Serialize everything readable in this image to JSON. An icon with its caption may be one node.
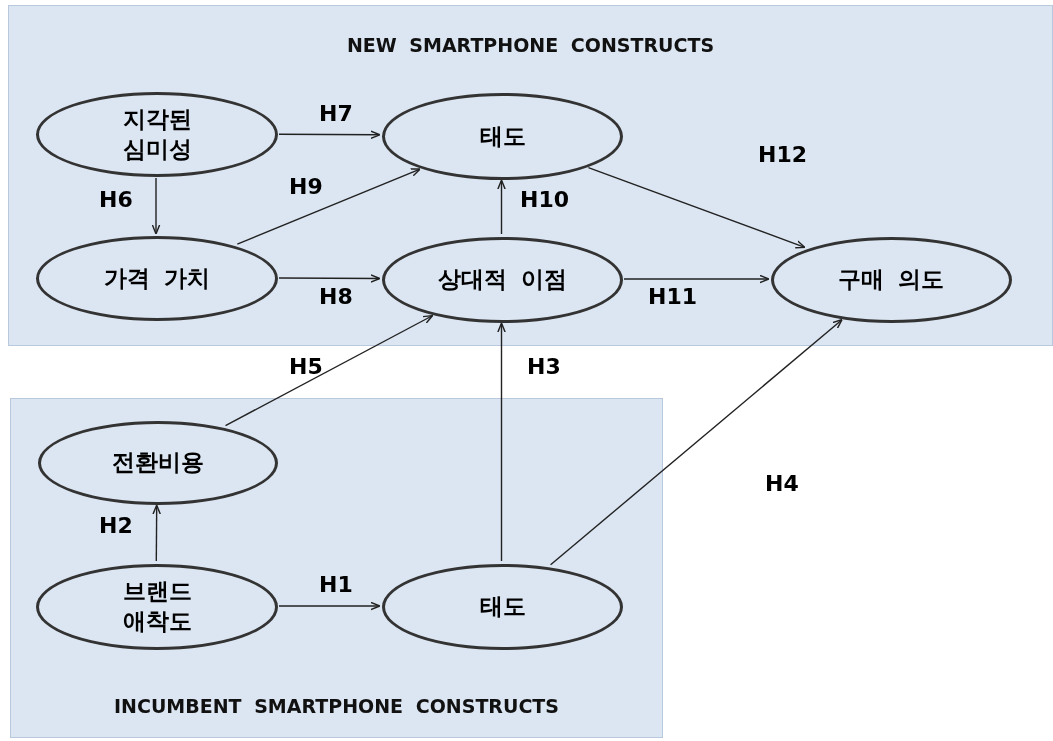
{
  "diagram": {
    "nodes": [
      {
        "text": [
          "NEW SMARTPHONE CONSTRUCTS"
        ]
      },
      {
        "text": [
          "지각된 심미성"
        ],
        "in": 0
      },
      {
        "text": [
          "태도"
        ],
        "in": 0
      },
      {
        "text": [
          "가격 가치"
        ],
        "in": 0
      },
      {
        "text": [
          "상대적 이점"
        ],
        "in": 0
      },
      {
        "text": [
          "구매 의도"
        ],
        "in": 0
      },
      {
        "text": [
          "INCUMBENT SMARTPHONE CONSTRUCTS"
        ]
      },
      {
        "text": [
          "전환비용"
        ],
        "in": 6
      },
      {
        "text": [
          "브랜드 애착도"
        ],
        "in": 6
      },
      {
        "text": [
          "태도"
        ],
        "in": 6
      }
    ],
    "edges": [
      {
        "from": 1,
        "to": 2,
        "arrow": "to",
        "label": "H7"
      },
      {
        "from": 1,
        "to": 3,
        "arrow": "to",
        "label": "H6"
      },
      {
        "from": 3,
        "to": 2,
        "arrow": "to",
        "label": "H9"
      },
      {
        "from": 3,
        "to": 4,
        "arrow": "to",
        "label": "H8"
      },
      {
        "from": 4,
        "to": 2,
        "arrow": "to",
        "label": "H10"
      },
      {
        "from": 2,
        "to": 5,
        "arrow": "to",
        "label": "H12"
      },
      {
        "from": 4,
        "to": 5,
        "arrow": "to",
        "label": "H11"
      },
      {
        "from": 7,
        "to": 4,
        "arrow": "to",
        "label": "H5"
      },
      {
        "from": 9,
        "to": 4,
        "arrow": "to",
        "label": "H3"
      },
      {
        "from": 9,
        "to": 5,
        "arrow": "to",
        "label": "H4"
      },
      {
        "from": 8,
        "to": 7,
        "arrow": "to",
        "label": "H2"
      },
      {
        "from": 8,
        "to": 9,
        "arrow": "to",
        "label": "H1"
      }
    ]
  }
}
